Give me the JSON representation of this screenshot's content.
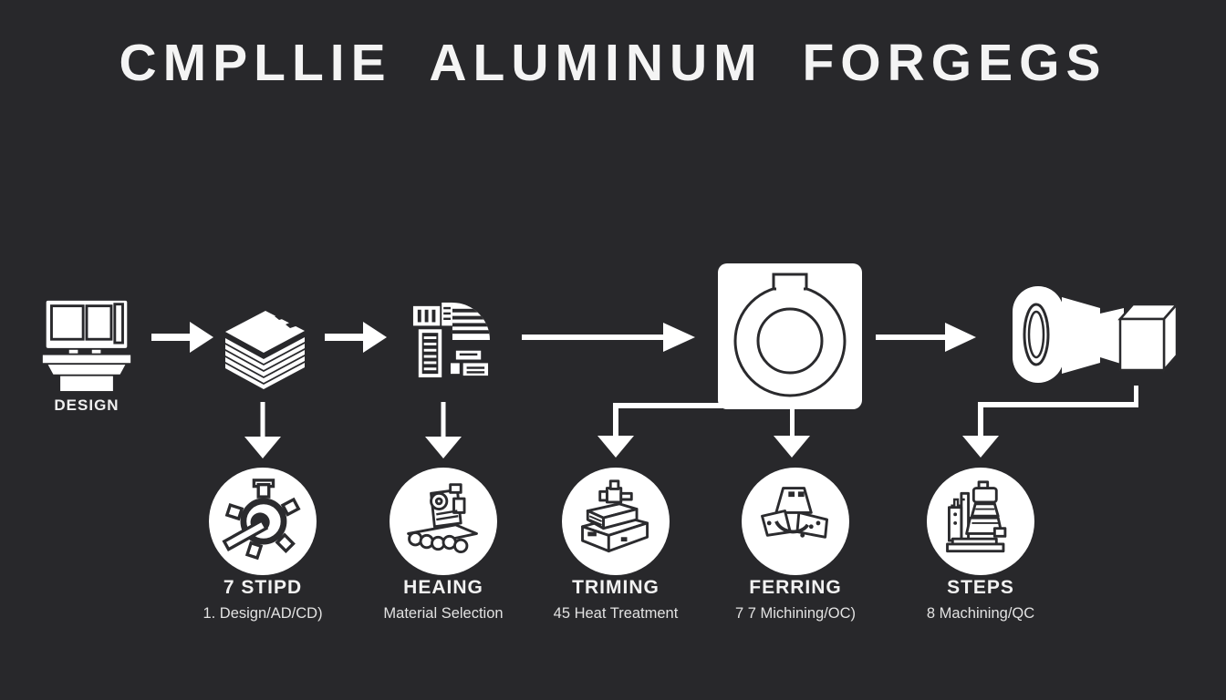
{
  "colors": {
    "background": "#28282b",
    "foreground": "#f4f4f4",
    "line": "#ffffff",
    "icon_stroke": "#2b2b2e"
  },
  "title": "CMPLLIE ALUMINUM FORGEGS",
  "top_flow": {
    "design": {
      "label": "DESIGN",
      "icon": "design-workstation-icon"
    },
    "icons": [
      "design-workstation-icon",
      "sheet-stack-icon",
      "furnace-pattern-icon",
      "forging-die-ring-icon",
      "forged-part-icon"
    ],
    "arrows": [
      "arrow-right-icon",
      "arrow-right-icon",
      "arrow-right-icon",
      "arrow-right-icon"
    ]
  },
  "bottom_steps": [
    {
      "label": "7 STIPD",
      "sublabel": "1. Design/AD/CD)",
      "icon": "gear-shaft-icon"
    },
    {
      "label": "HEAING",
      "sublabel": "Material Selection",
      "icon": "heating-machine-icon"
    },
    {
      "label": "TRIMING",
      "sublabel": "45 Heat Treatment",
      "icon": "trimming-machine-icon"
    },
    {
      "label": "FERRING",
      "sublabel": "7 7 Michining/OC)",
      "icon": "forging-press-icon"
    },
    {
      "label": "STEPS",
      "sublabel": "8 Machining/QC",
      "icon": "machining-center-icon"
    }
  ]
}
